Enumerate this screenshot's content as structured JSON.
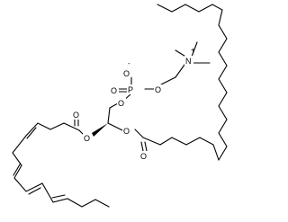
{
  "structure": {
    "atom_labels": {
      "phosphate_oxide": "O",
      "phosphate_oxide_charge": "-",
      "phosphate_double_o": "O",
      "phosphorus": "P",
      "ester_o_head": "O",
      "ester_o_glycerol": "O",
      "nitrogen": "N",
      "nitrogen_charge": "+",
      "sn2_ester_o": "O",
      "sn2_carbonyl_o": "O",
      "sn1_ester_o": "O",
      "sn1_carbonyl_o": "O"
    }
  }
}
